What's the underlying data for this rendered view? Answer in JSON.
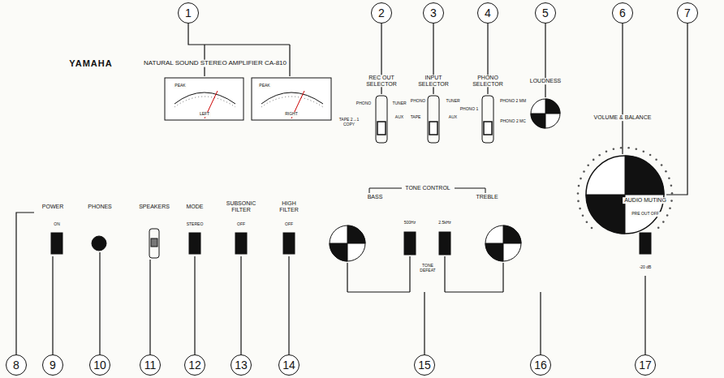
{
  "diagram": {
    "nodes": [
      {
        "text": [
          "1"
        ]
      },
      {
        "text": [
          "2"
        ]
      },
      {
        "text": [
          "3"
        ]
      },
      {
        "text": [
          "4"
        ]
      },
      {
        "text": [
          "5"
        ]
      },
      {
        "text": [
          "6"
        ]
      },
      {
        "text": [
          "7"
        ]
      },
      {
        "text": [
          "8"
        ]
      },
      {
        "text": [
          "9"
        ]
      },
      {
        "text": [
          "10"
        ]
      },
      {
        "text": [
          "11"
        ]
      },
      {
        "text": [
          "12"
        ]
      },
      {
        "text": [
          "13"
        ]
      },
      {
        "text": [
          "14"
        ]
      },
      {
        "text": [
          "15"
        ]
      },
      {
        "text": [
          "16"
        ]
      },
      {
        "text": [
          "17"
        ]
      }
    ],
    "labels": [
      "YAMAHA",
      "NATURAL SOUND STEREO AMPLIFIER CA-810",
      "REC OUT SELECTOR",
      "INPUT SELECTOR",
      "PHONO SELECTOR",
      "LOUDNESS",
      "VOLUME & BALANCE",
      "PEAK",
      "PEAK",
      "LEFT",
      "RIGHT",
      "POWER",
      "ON",
      "PHONES",
      "SPEAKERS",
      "MODE",
      "STEREO",
      "SUBSONIC FILTER",
      "OFF",
      "HIGH FILTER",
      "OFF",
      "TONE CONTROL",
      "BASS",
      "TREBLE",
      "500Hz",
      "2.5kHz",
      "TONE DEFEAT",
      "AUDIO MUTING",
      "PRE OUT OFF",
      "-20 dB",
      "TAPE 2→1 COPY",
      "PHONO",
      "TUNER",
      "TAPE",
      "PHONO",
      "TUNER",
      "AUX",
      "PHONO 1",
      "PHONO 2 MM",
      "PHONO 2 MC",
      "AUX"
    ]
  }
}
